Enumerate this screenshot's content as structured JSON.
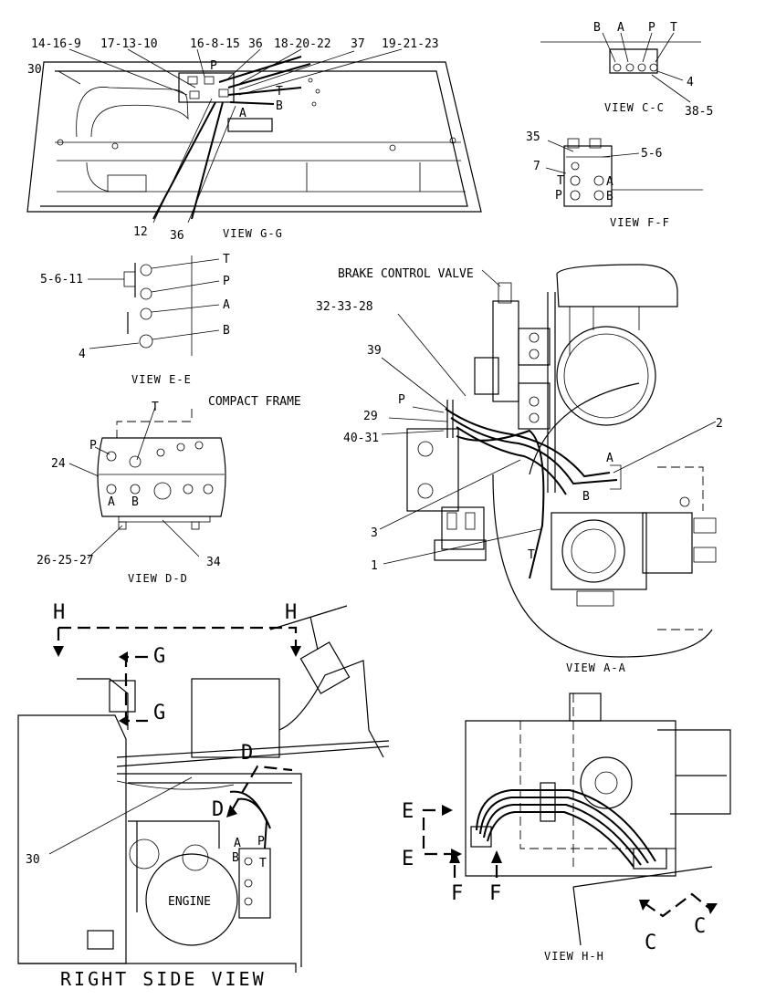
{
  "view_gg": {
    "callouts_top": [
      "14-16-9",
      "17-13-10",
      "16-8-15",
      "36",
      "18-20-22",
      "37",
      "19-21-23"
    ],
    "callout_30": "30",
    "callout_12": "12",
    "callout_36b": "36",
    "ports": {
      "p": "P",
      "t": "T",
      "b": "B",
      "a": "A"
    },
    "caption": "VIEW G-G"
  },
  "view_cc": {
    "ports": [
      "B",
      "A",
      "P",
      "T"
    ],
    "callout_4": "4",
    "callout_38_5": "38-5",
    "caption": "VIEW C-C"
  },
  "view_ff": {
    "callout_35": "35",
    "callout_5_6": "5-6",
    "callout_7": "7",
    "ports": {
      "t": "T",
      "p": "P",
      "a": "A",
      "b": "B"
    },
    "caption": "VIEW F-F"
  },
  "view_ee": {
    "callout_5_6_11": "5-6-11",
    "callout_4": "4",
    "ports": [
      "T",
      "P",
      "A",
      "B"
    ],
    "caption": "VIEW E-E"
  },
  "view_dd": {
    "frame_label": "COMPACT FRAME",
    "port_t": "T",
    "port_p": "P",
    "port_a": "A",
    "port_b": "B",
    "callout_24": "24",
    "callout_26": "26-25-27",
    "callout_34": "34",
    "caption": "VIEW D-D"
  },
  "view_aa": {
    "valve_label": "BRAKE CONTROL VALVE",
    "callout_32": "32-33-28",
    "callout_39": "39",
    "callout_29": "29",
    "callout_40": "40-31",
    "callout_2": "2",
    "callout_3": "3",
    "callout_1": "1",
    "port_p": "P",
    "port_a": "A",
    "port_b": "B",
    "port_t": "T",
    "caption": "VIEW A-A"
  },
  "right_side_view": {
    "section_h": "H",
    "section_g": "G",
    "section_d": "D",
    "engine_label": "ENGINE",
    "callout_30": "30",
    "ports": {
      "a": "A",
      "b": "B",
      "p": "P",
      "t": "T"
    },
    "caption": "RIGHT SIDE VIEW"
  },
  "view_hh": {
    "section_e": "E",
    "section_f": "F",
    "section_c": "C",
    "caption": "VIEW H-H"
  }
}
